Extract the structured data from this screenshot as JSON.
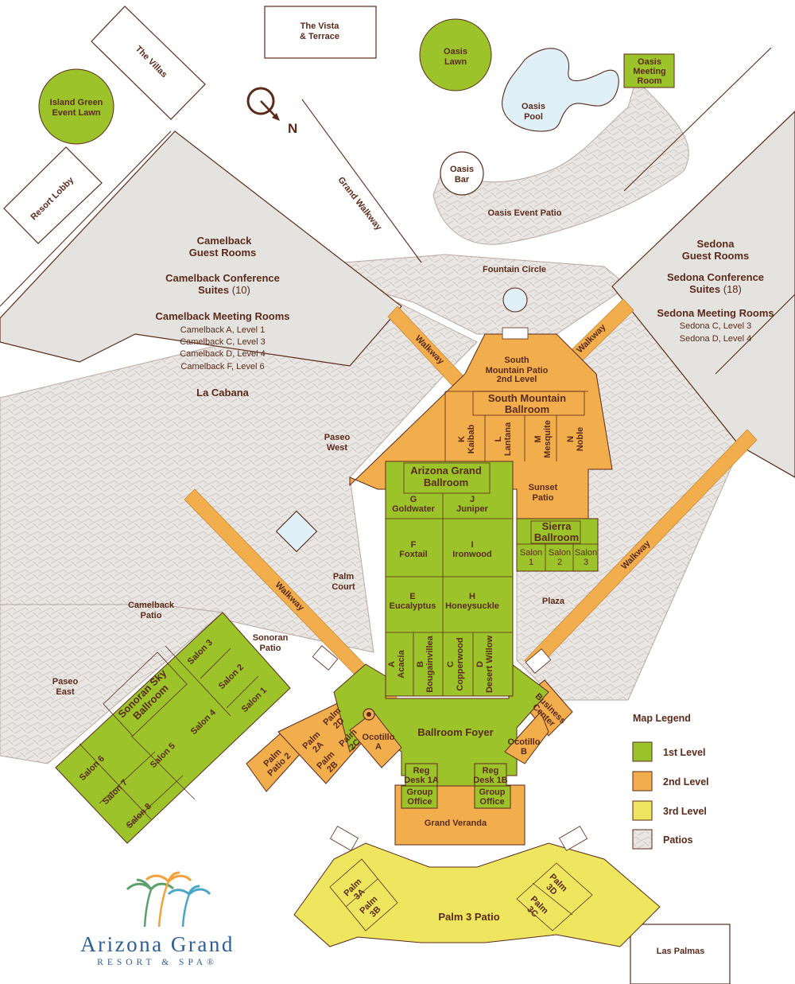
{
  "colors": {
    "first_level": "#9cc42a",
    "second_level": "#f2ad4c",
    "third_level": "#eee65e",
    "patio": "#e9e6e3",
    "building_gray": "#e5e3e0",
    "water": "#dff0f8",
    "ink": "#5a2a1a",
    "brand_blue": "#2b5e97"
  },
  "compass": {
    "icon": "north-arrow-icon",
    "label": "N"
  },
  "places": {
    "the_villas": "The Villas",
    "vista_terrace_1": "The Vista",
    "vista_terrace_2": "& Terrace",
    "oasis_lawn_1": "Oasis",
    "oasis_lawn_2": "Lawn",
    "oasis_meeting_1": "Oasis",
    "oasis_meeting_2": "Meeting",
    "oasis_meeting_3": "Room",
    "island_green_1": "Island Green",
    "island_green_2": "Event Lawn",
    "oasis_pool_1": "Oasis",
    "oasis_pool_2": "Pool",
    "oasis_bar_1": "Oasis",
    "oasis_bar_2": "Bar",
    "resort_lobby": "Resort Lobby",
    "grand_walkway": "Grand Walkway",
    "oasis_event_patio": "Oasis Event Patio",
    "fountain_circle": "Fountain Circle",
    "paseo_west_1": "Paseo",
    "paseo_west_2": "West",
    "palm_court_1": "Palm",
    "palm_court_2": "Court",
    "camelback_patio_1": "Camelback",
    "camelback_patio_2": "Patio",
    "sonoran_patio_1": "Sonoran",
    "sonoran_patio_2": "Patio",
    "paseo_east_1": "Paseo",
    "paseo_east_2": "East",
    "plaza": "Plaza",
    "sunset_patio_1": "Sunset",
    "sunset_patio_2": "Patio",
    "walkway": "Walkway",
    "las_palmas": "Las Palmas"
  },
  "camelback": {
    "guest_1": "Camelback",
    "guest_2": "Guest Rooms",
    "conf_1": "Camelback Conference",
    "conf_2": "Suites",
    "conf_count": "(10)",
    "meet_title": "Camelback Meeting Rooms",
    "rooms": [
      "Camelback A, Level 1",
      "Camelback C, Level 3",
      "Camelback D, Level 4",
      "Camelback F, Level 6"
    ],
    "la_cabana": "La Cabana"
  },
  "sedona": {
    "guest_1": "Sedona",
    "guest_2": "Guest Rooms",
    "conf_1": "Sedona Conference",
    "conf_2": "Suites",
    "conf_count": "(18)",
    "meet_title": "Sedona Meeting Rooms",
    "rooms": [
      "Sedona C, Level 3",
      "Sedona D, Level 4"
    ]
  },
  "south_mountain": {
    "patio_1": "South",
    "patio_2": "Mountain Patio",
    "patio_level": "2nd Level",
    "ballroom_1": "South Mountain",
    "ballroom_2": "Ballroom",
    "rooms": [
      {
        "letter": "K",
        "name": "Kaibab"
      },
      {
        "letter": "L",
        "name": "Lantana"
      },
      {
        "letter": "M",
        "name": "Mesquite"
      },
      {
        "letter": "N",
        "name": "Noble"
      }
    ]
  },
  "arizona_grand": {
    "title_1": "Arizona Grand",
    "title_2": "Ballroom",
    "rooms": [
      {
        "letter": "G",
        "name": "Goldwater"
      },
      {
        "letter": "J",
        "name": "Juniper"
      },
      {
        "letter": "F",
        "name": "Foxtail"
      },
      {
        "letter": "I",
        "name": "Ironwood"
      },
      {
        "letter": "E",
        "name": "Eucalyptus"
      },
      {
        "letter": "H",
        "name": "Honeysuckle"
      }
    ],
    "vertical_rooms": [
      {
        "letter": "A",
        "name": "Acacia"
      },
      {
        "letter": "B",
        "name": "Bougainvillea"
      },
      {
        "letter": "C",
        "name": "Copperwood"
      },
      {
        "letter": "D",
        "name": "Desert Willow"
      }
    ]
  },
  "sierra": {
    "title_1": "Sierra",
    "title_2": "Ballroom",
    "salons": [
      {
        "name": "Salon",
        "num": "1"
      },
      {
        "name": "Salon",
        "num": "2"
      },
      {
        "name": "Salon",
        "num": "3"
      }
    ]
  },
  "foyer": {
    "ballroom_foyer": "Ballroom Foyer",
    "ocotillo_a_1": "Ocotillo",
    "ocotillo_a_2": "A",
    "ocotillo_b_1": "Ocotillo",
    "ocotillo_b_2": "B",
    "business_1": "Business",
    "business_2": "Center",
    "reg_1a_1": "Reg",
    "reg_1a_2": "Desk 1A",
    "reg_1b_1": "Reg",
    "reg_1b_2": "Desk 1B",
    "group_1": "Group",
    "group_2": "Office",
    "grand_veranda": "Grand Veranda",
    "restroom_icon": "restroom-icon"
  },
  "palm2": {
    "patio_1": "Palm",
    "patio_2": "Patio 2",
    "rooms": [
      {
        "name": "Palm",
        "num": "2A"
      },
      {
        "name": "Palm",
        "num": "2B"
      },
      {
        "name": "Palm",
        "num": "2C"
      },
      {
        "name": "Palm",
        "num": "2D"
      }
    ]
  },
  "sonoran_sky": {
    "title_1": "Sonoran Sky",
    "title_2": "Ballroom",
    "salons": [
      "Salon 1",
      "Salon 2",
      "Salon 3",
      "Salon 4",
      "Salon 5",
      "Salon 6",
      "Salon 7",
      "Salon 8"
    ]
  },
  "palm3": {
    "patio": "Palm 3 Patio",
    "rooms": [
      {
        "name": "Palm",
        "num": "3A"
      },
      {
        "name": "Palm",
        "num": "3B"
      },
      {
        "name": "Palm",
        "num": "3C"
      },
      {
        "name": "Palm",
        "num": "3D"
      }
    ]
  },
  "legend": {
    "title": "Map Legend",
    "items": [
      {
        "label": "1st Level",
        "color": "#9cc42a"
      },
      {
        "label": "2nd Level",
        "color": "#f2ad4c"
      },
      {
        "label": "3rd Level",
        "color": "#eee65e"
      },
      {
        "label": "Patios",
        "color": "#e9e6e3"
      }
    ]
  },
  "logo": {
    "title": "Arizona Grand",
    "subtitle": "RESORT & SPA®",
    "icon": "palm-trees-icon"
  }
}
